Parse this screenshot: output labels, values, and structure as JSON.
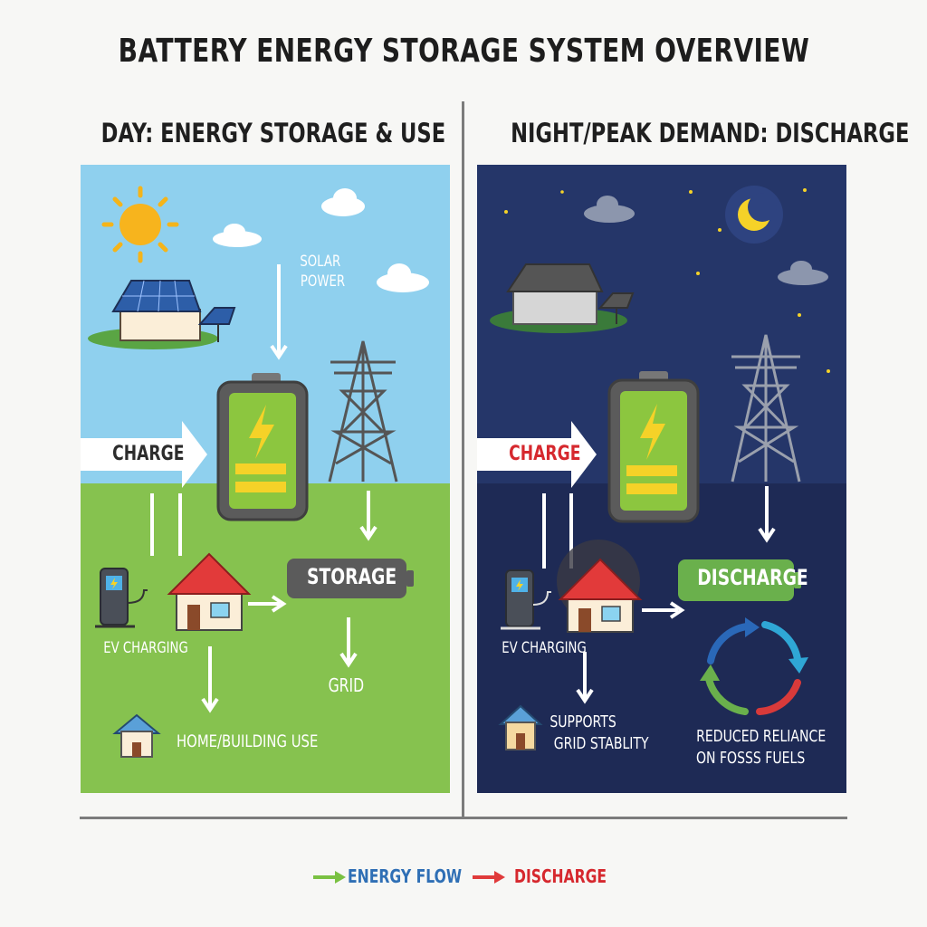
{
  "title": "BATTERY ENERGY STORAGE SYSTEM OVERVIEW",
  "day": {
    "heading": "DAY: ENERGY STORAGE & USE",
    "solar_label_line1": "SOLAR",
    "solar_label_line2": "POWER",
    "charge_label": "CHARGE",
    "storage_label": "STORAGE",
    "grid_label": "GRID",
    "ev_label": "EV CHARGING",
    "home_label": "HOME/BUILDING USE"
  },
  "night": {
    "heading": "NIGHT/PEAK DEMAND: DISCHARGE",
    "charge_label": "CHARGE",
    "discharge_label": "DISCHARGE",
    "ev_label": "EV CHARGING",
    "supports_line1": "SUPPORTS",
    "supports_line2": "GRID STABLITY",
    "reliance_line1": "REDUCED RELIANCE",
    "reliance_line2": "ON FOSSS FUELS"
  },
  "legend": {
    "energy_flow": "ENERGY FLOW",
    "discharge": "DISCHARGE"
  },
  "colors": {
    "day_sky": "#8fd0ee",
    "day_ground": "#86c24f",
    "night_sky": "#253669",
    "night_ground": "#1e2a55",
    "battery_green": "#8cc63f",
    "bolt_yellow": "#f5d228",
    "discharge_green": "#6ab04c",
    "legend_green": "#7ac142",
    "legend_red": "#e03a3a",
    "legend_blue_text": "#2f6fb5",
    "legend_red_text": "#d6282e"
  }
}
